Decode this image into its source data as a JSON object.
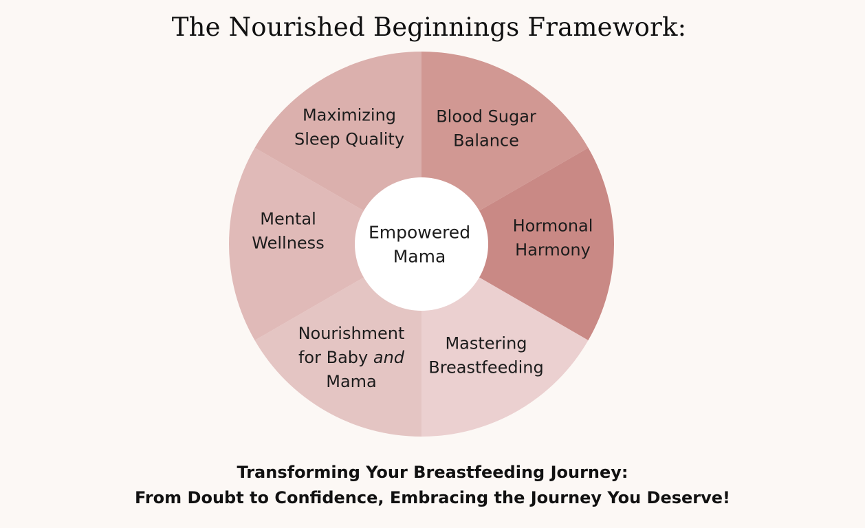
{
  "title": "The Nourished Beginnings Framework:",
  "center": {
    "lines": [
      "Empowered",
      "Mama"
    ],
    "color": "#ffffff"
  },
  "segments": [
    {
      "id": "blood-sugar",
      "lines": [
        [
          "Blood Sugar"
        ],
        [
          "Balance"
        ]
      ],
      "color": "#d19893"
    },
    {
      "id": "hormonal",
      "lines": [
        [
          "Hormonal"
        ],
        [
          "Harmony"
        ]
      ],
      "color": "#c98985"
    },
    {
      "id": "breastfeeding",
      "lines": [
        [
          "Mastering"
        ],
        [
          "Breastfeeding"
        ]
      ],
      "color": "#ebd0d0"
    },
    {
      "id": "nourishment",
      "lines": [
        [
          "Nourishment"
        ],
        [
          "for Baby ",
          "and"
        ],
        [
          "Mama"
        ]
      ],
      "italic_word": "and",
      "color": "#e4c5c3"
    },
    {
      "id": "mental",
      "lines": [
        [
          "Mental"
        ],
        [
          "Wellness"
        ]
      ],
      "color": "#e0bab8"
    },
    {
      "id": "sleep",
      "lines": [
        [
          "Maximizing"
        ],
        [
          "Sleep Quality"
        ]
      ],
      "color": "#dbb0ad"
    }
  ],
  "tagline": {
    "line1": "Transforming Your Breastfeeding Journey:",
    "line2": "From Doubt to Confidence, Embracing the Journey You Deserve!"
  }
}
